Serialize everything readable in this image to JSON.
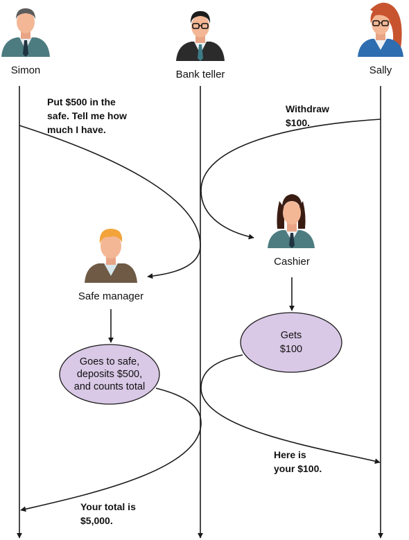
{
  "actors": {
    "simon": "Simon",
    "bank_teller": "Bank teller",
    "sally": "Sally",
    "cashier": "Cashier",
    "safe_manager": "Safe manager"
  },
  "messages": {
    "simon_request": [
      "Put $500 in the",
      "safe. Tell me how",
      "much I have."
    ],
    "sally_request": [
      "Withdraw",
      "$100."
    ],
    "sally_response": [
      "Here is",
      "your $100."
    ],
    "simon_response": [
      "Your total is",
      "$5,000."
    ]
  },
  "tasks": {
    "safe_task": [
      "Goes to safe,",
      "deposits $500,",
      "and counts total"
    ],
    "cashier_task": [
      "Gets",
      "$100"
    ]
  },
  "colors": {
    "oval_fill": "#d9c8e6",
    "line": "#1a1a1a",
    "suit_teal": "#4d7c80",
    "suit_dark": "#2b2b2b",
    "suit_blue": "#2e6db0",
    "suit_brown": "#6e5a45",
    "skin": "#f3b796"
  }
}
